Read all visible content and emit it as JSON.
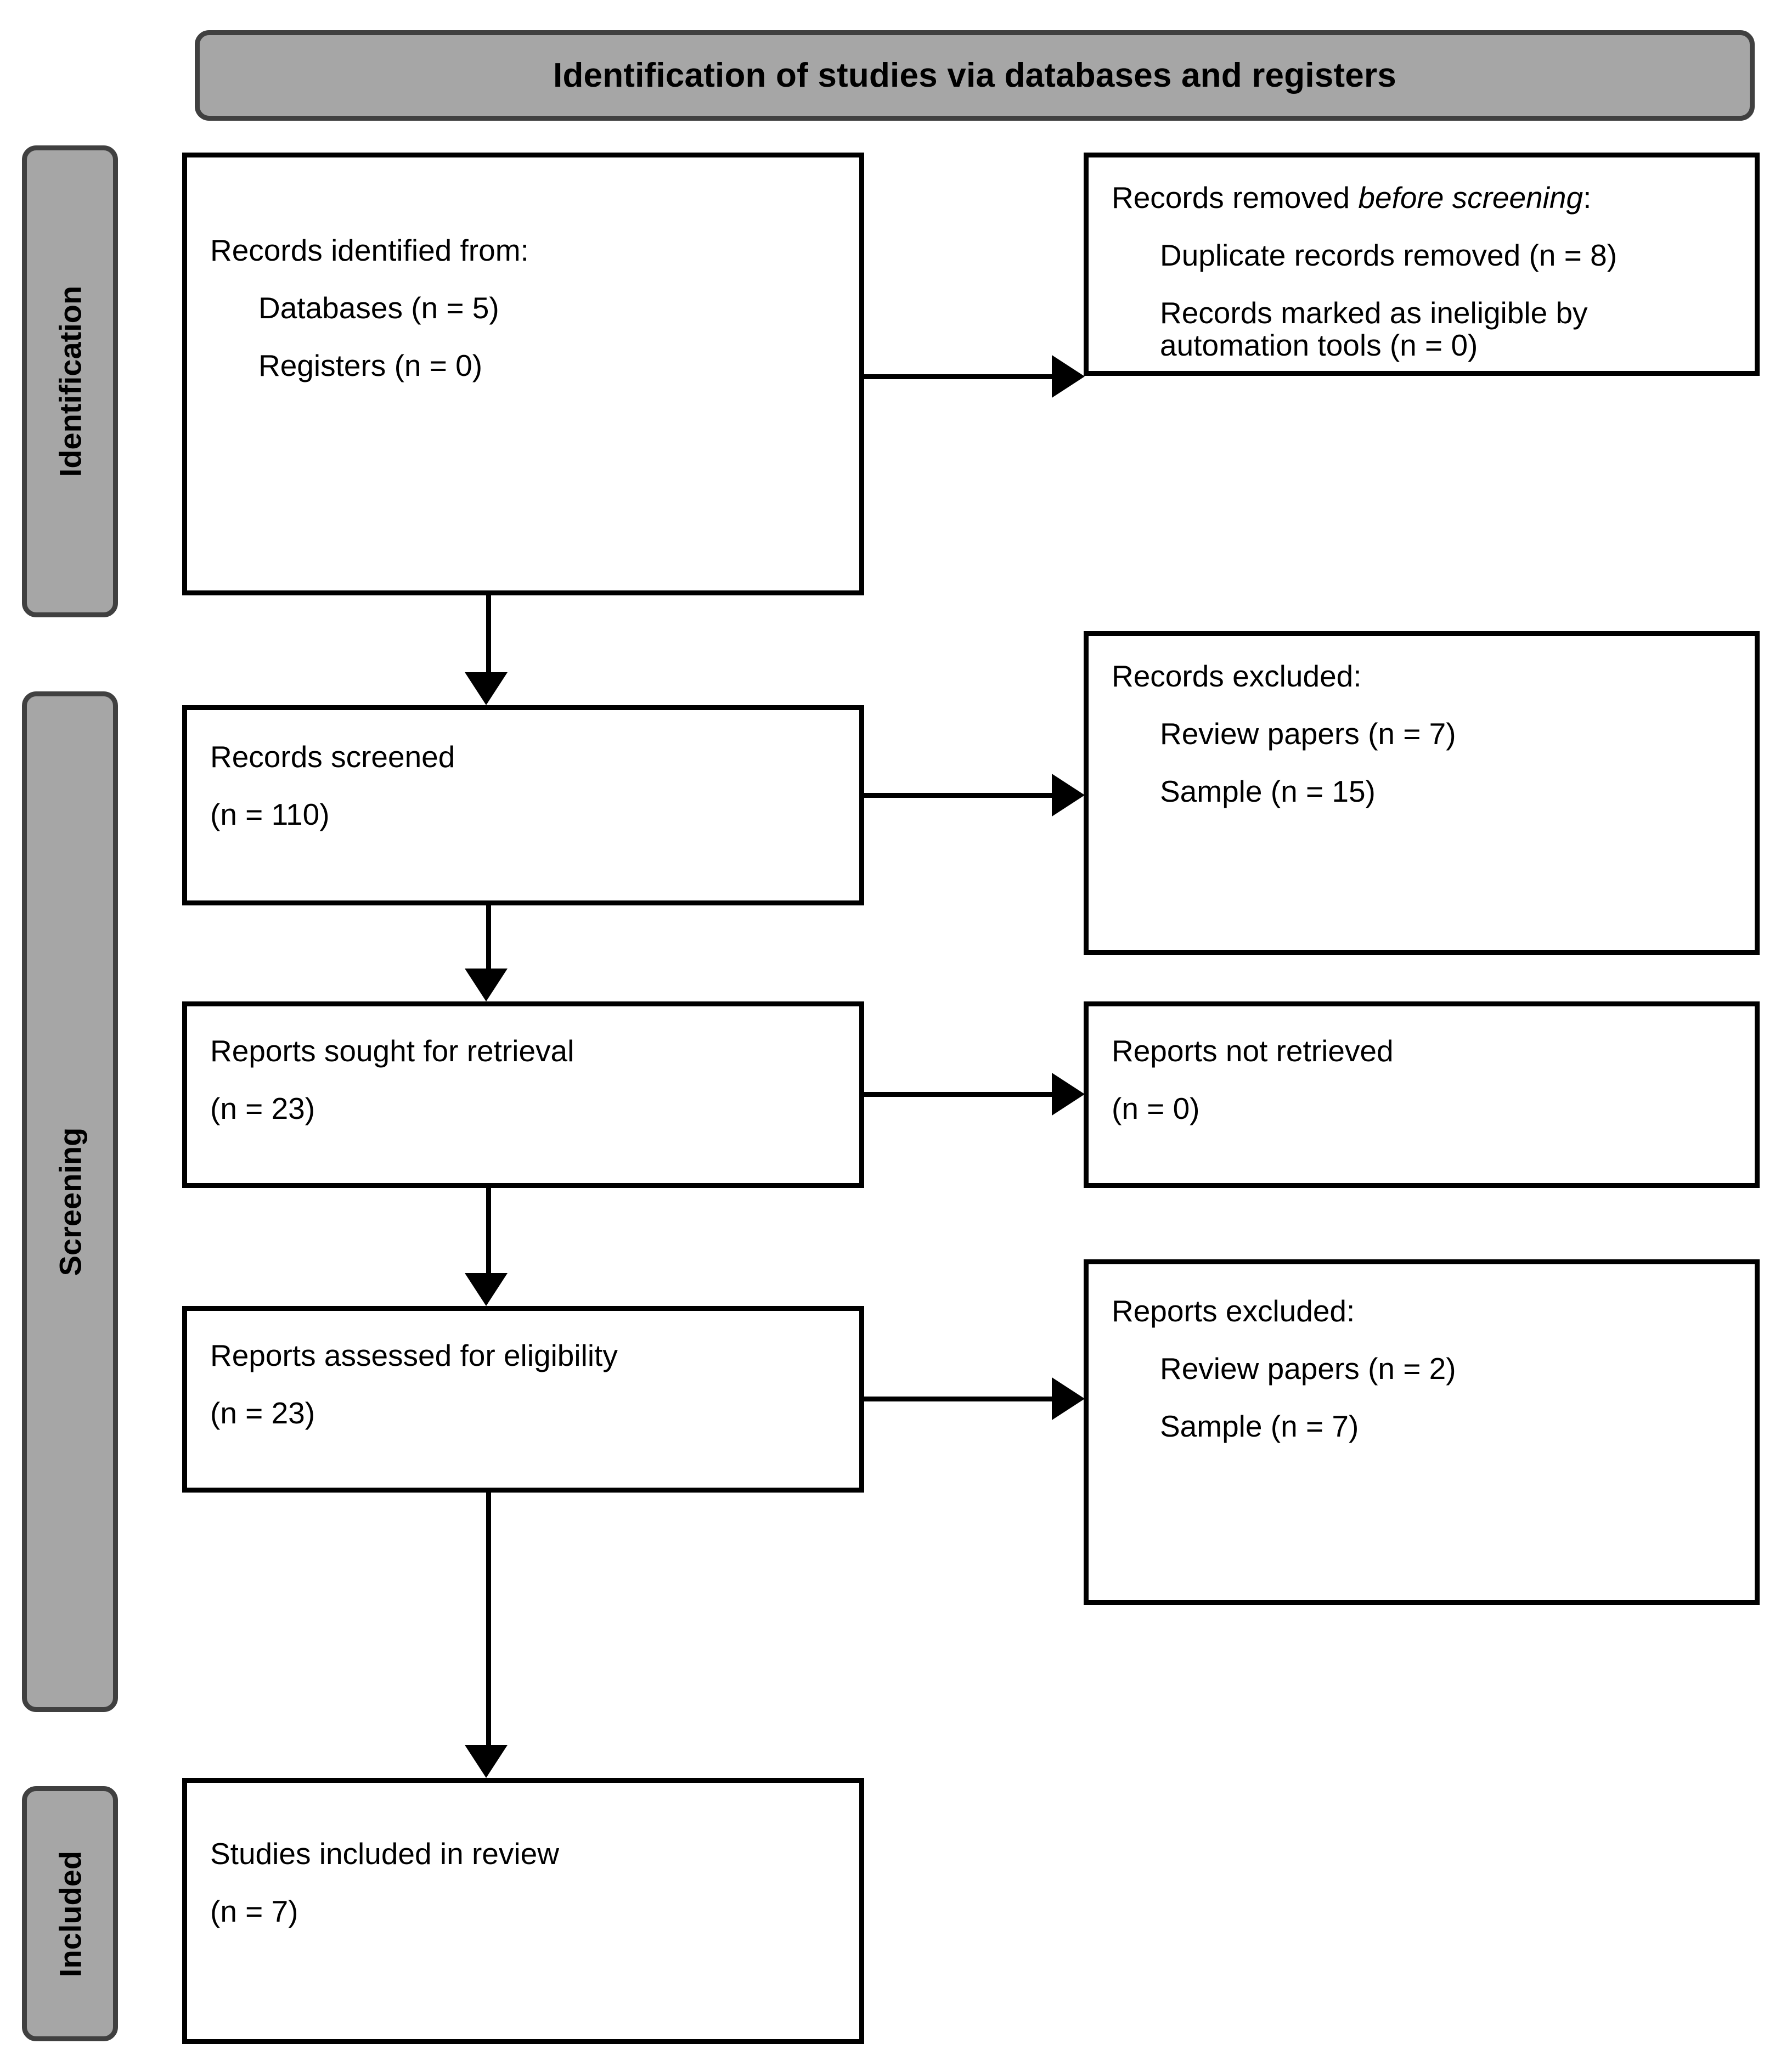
{
  "banner": {
    "title": "Identification of studies via databases and registers"
  },
  "stages": [
    {
      "id": "identification",
      "label": "Identification"
    },
    {
      "id": "screening",
      "label": "Screening"
    },
    {
      "id": "included",
      "label": "Included"
    }
  ],
  "boxes": {
    "identified": {
      "heading": "Records identified from:",
      "items": [
        "Databases (n = 5)",
        "Registers (n = 0)"
      ]
    },
    "removed": {
      "heading_pre": "Records removed ",
      "heading_em": "before screening",
      "heading_post": ":",
      "items": [
        "Duplicate records removed (n = 8)",
        "Records marked as ineligible by automation tools (n = 0)"
      ]
    },
    "screened": {
      "heading": "Records screened",
      "count": "(n = 110)"
    },
    "records_excluded": {
      "heading": "Records excluded:",
      "items": [
        "Review papers (n = 7)",
        "Sample (n = 15)"
      ]
    },
    "sought": {
      "heading": "Reports sought for retrieval",
      "count": "(n = 23)"
    },
    "not_retrieved": {
      "heading": "Reports not retrieved",
      "count": "(n = 0)"
    },
    "assessed": {
      "heading": "Reports assessed for eligibility",
      "count": "(n = 23)"
    },
    "reports_excluded": {
      "heading": "Reports excluded:",
      "items": [
        "Review papers (n = 2)",
        "Sample (n = 7)"
      ]
    },
    "included": {
      "heading": "Studies included in review",
      "count": "(n = 7)"
    }
  },
  "colors": {
    "banner_fill": "#a6a6a6",
    "banner_border": "#404040",
    "box_border": "#000000",
    "text": "#000000",
    "page_background": "#ffffff"
  }
}
